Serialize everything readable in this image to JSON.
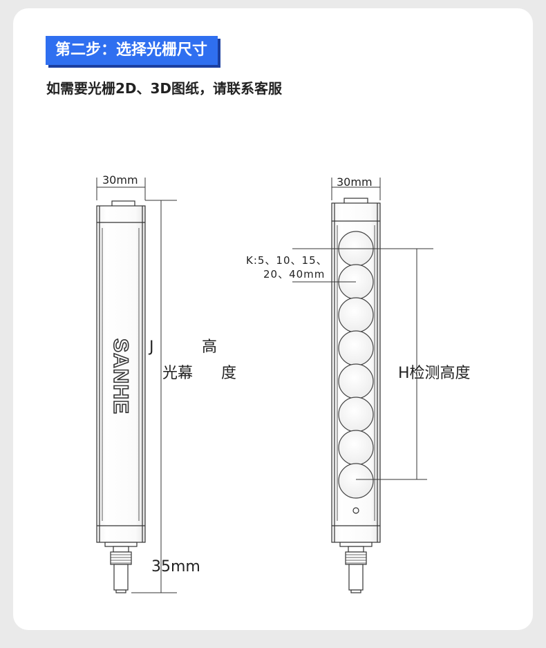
{
  "header": {
    "step_title": "第二步：选择光栅尺寸",
    "subtitle": "如需要光栅2D、3D图纸，请联系客服"
  },
  "left_view": {
    "width_label": "30mm",
    "brand": "SANHE",
    "height_letter": "J",
    "height_chars_top": "高",
    "height_chars_left": "光幕",
    "height_chars_right": "度",
    "cable_label": "35mm"
  },
  "right_view": {
    "width_label": "30mm",
    "pitch_line1": "K:5、10、15、",
    "pitch_line2": "20、40mm",
    "detect_label": "H检测高度",
    "lens_count": 8
  },
  "colors": {
    "accent": "#2f6ff0",
    "accent_shadow": "#1b3fa0",
    "line": "#333333",
    "background": "#eaeaea"
  }
}
